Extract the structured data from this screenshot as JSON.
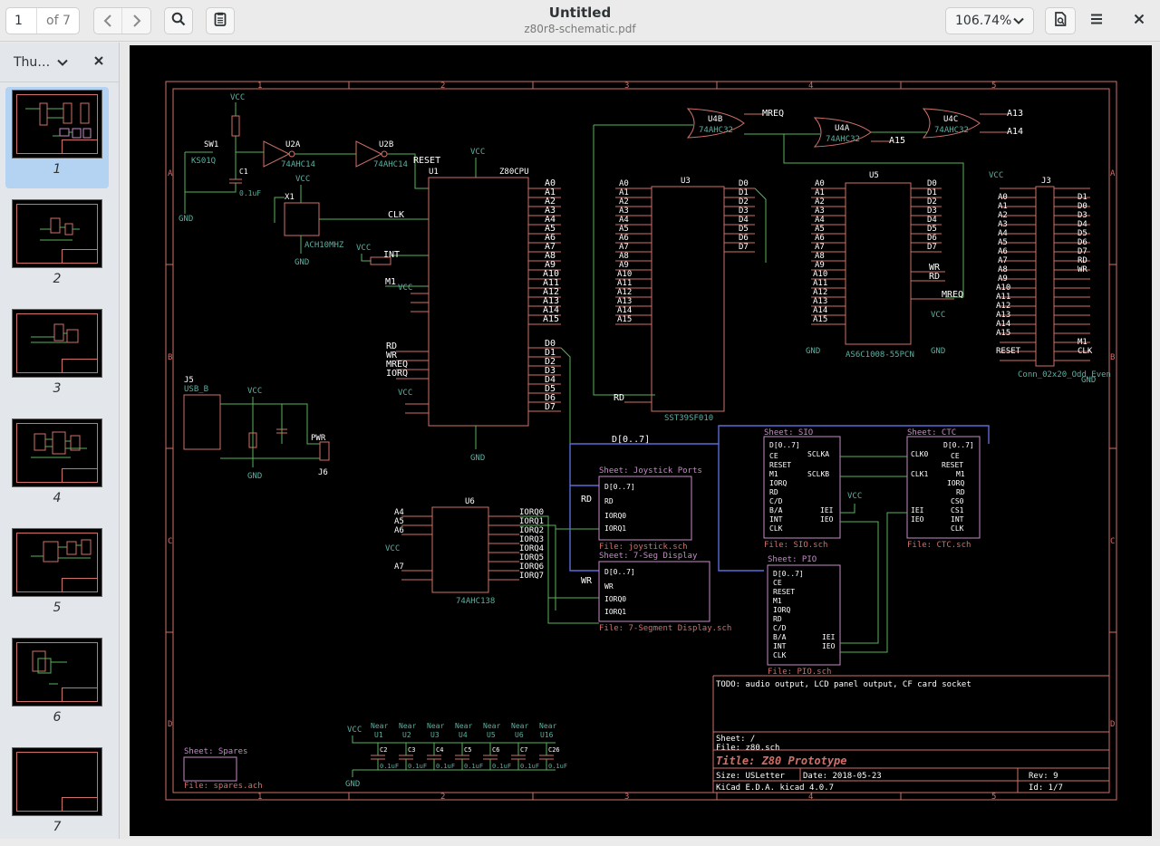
{
  "toolbar": {
    "page_number": "1",
    "page_total": "of 7",
    "title": "Untitled",
    "filename": "z80r8-schematic.pdf",
    "zoom": "106.74%"
  },
  "sidebar": {
    "label": "Thu…",
    "thumbnails": [
      "1",
      "2",
      "3",
      "4",
      "5",
      "6",
      "7"
    ]
  },
  "icons": [
    "go-previous-icon",
    "go-next-icon",
    "search-icon",
    "annotations-icon",
    "chevron-down-icon",
    "document-properties-icon",
    "menu-icon",
    "close-icon"
  ],
  "schematic": {
    "colors": {
      "border": "#d0706a",
      "wire": "#59b35b",
      "pin": "#d0706a",
      "text": "#ffffff",
      "power": "#5bb0a0",
      "sheet": "#c58cc8"
    },
    "border_cols": [
      "1",
      "2",
      "3",
      "4",
      "5"
    ],
    "border_rows": [
      "A",
      "B",
      "C",
      "D"
    ],
    "todo": "TODO: audio output, LCD panel output, CF card socket",
    "sheet": "Sheet: /",
    "file": "File: z80.sch",
    "title": "Title: Z80 Prototype",
    "size": "Size: USLetter",
    "date": "Date: 2018-05-23",
    "rev": "Rev: 9",
    "kicad": "KiCad E.D.A.  kicad 4.0.7",
    "id": "Id: 1/7",
    "cpu": {
      "ref": "U1",
      "name": "Z80CPU"
    },
    "u2a": "U2A",
    "u2b": "U2B",
    "u2_part": "74AHC14",
    "u3": {
      "ref": "U3",
      "name": "SST39SF010"
    },
    "u4a": "U4A",
    "u4b": "U4B",
    "u4c": "U4C",
    "u4_part": "74AHC32",
    "u5": {
      "ref": "U5",
      "name": "AS6C1008-55PCN"
    },
    "u6": {
      "ref": "U6",
      "name": "74AHC138"
    },
    "j3": {
      "ref": "J3",
      "name": "Conn_02x20_Odd_Even"
    },
    "j5": {
      "ref": "J5",
      "name": "USB_B"
    },
    "j6": {
      "ref": "J6",
      "name": "PWR"
    },
    "x1": {
      "ref": "X1",
      "name": "ACH10MHZ"
    },
    "sw1": {
      "ref": "SW1",
      "name": "KS01Q"
    },
    "sheet_joystick": {
      "name": "Sheet: Joystick Ports",
      "file": "File: joystick.sch"
    },
    "sheet_7seg": {
      "name": "Sheet: 7-Seg Display",
      "file": "File: 7-Segment Display.sch"
    },
    "sheet_sio": {
      "name": "Sheet: SIO",
      "file": "File: SIO.sch"
    },
    "sheet_ctc": {
      "name": "Sheet: CTC",
      "file": "File: CTC.sch"
    },
    "sheet_pio": {
      "name": "Sheet: PIO",
      "file": "File: PIO.sch"
    },
    "sheet_spares": {
      "name": "Sheet: Spares",
      "file": "File: spares.ach"
    },
    "bus_label": "D[0..7]",
    "caps": [
      "C2",
      "C3",
      "C4",
      "C5",
      "C6",
      "C7",
      "C26"
    ],
    "cap_value": "0.1uF",
    "near": [
      "U1",
      "U2",
      "U3",
      "U4",
      "U5",
      "U6",
      "U16"
    ],
    "labels": {
      "vcc": "VCC",
      "gnd": "GND",
      "reset": "RESET",
      "clk": "CLK",
      "mreq": "MREQ",
      "a13": "A13",
      "a14": "A14",
      "a15": "A15",
      "int": "INT",
      "m1": "M1",
      "rd": "RD",
      "wr": "WR",
      "iorq": "IORQ"
    }
  }
}
